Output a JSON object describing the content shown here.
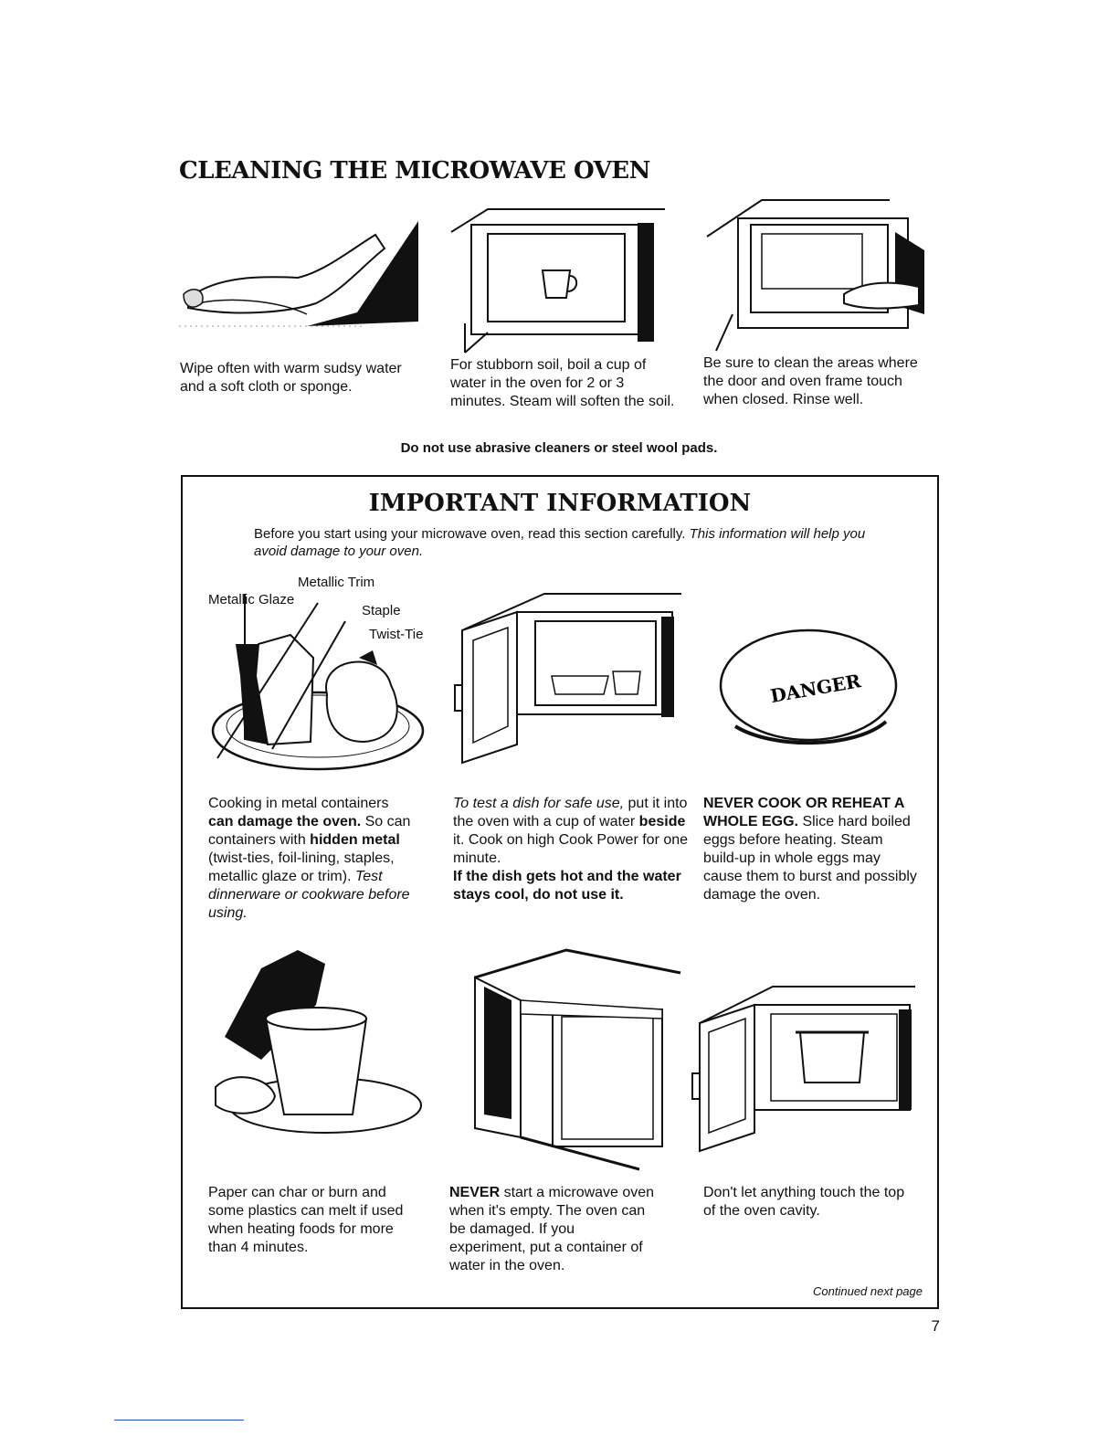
{
  "title": "CLEANING THE MICROWAVE OVEN",
  "cleaning": [
    {
      "text": "Wipe often with warm sudsy water and a soft cloth or sponge."
    },
    {
      "text": "For stubborn soil, boil a cup of water in the oven for 2 or 3 minutes. Steam will soften the soil."
    },
    {
      "text": "Be sure to clean the areas where the door and oven frame touch when closed. Rinse well."
    }
  ],
  "warning": "Do not use abrasive cleaners or steel wool pads.",
  "important": {
    "title": "IMPORTANT INFORMATION",
    "intro_normal": "Before you start using your microwave oven, read this section carefully.",
    "intro_italic": "This information will help you avoid damage to your oven."
  },
  "labels": {
    "metallic_trim": "Metallic Trim",
    "metallic_glaze": "Metallic Glaze",
    "staple": "Staple",
    "twist_tie": "Twist-Tie",
    "danger": "DANGER"
  },
  "metal": {
    "t1": "Cooking in metal containers",
    "b1": "can damage the oven.",
    "t2": " So can containers with ",
    "b2": "hidden metal",
    "t3": " (twist-ties, foil-lining, staples, metallic glaze or trim). ",
    "i1": "Test dinnerware or cookware before using."
  },
  "dish": {
    "i1": "To test a dish for safe use,",
    "t1": " put it into the oven with a cup of water ",
    "b1": "beside",
    "t2": " it. Cook on high Cook Power for one minute.",
    "b2": "If the dish gets hot and the water stays cool, do not use it."
  },
  "egg": {
    "b1": "NEVER COOK OR REHEAT A WHOLE EGG.",
    "t1": " Slice hard boiled eggs before heating. Steam build-up in whole eggs may cause them to burst and possibly damage the oven."
  },
  "paper": {
    "text": "Paper can char or burn and some plastics can melt if used when heating foods for more than 4 minutes."
  },
  "empty": {
    "b1": "NEVER",
    "t1": " start a microwave oven when it's empty. The oven can be damaged. If you experiment, put a container of water in the oven."
  },
  "touch": {
    "text": "Don't let anything touch the top of the oven cavity."
  },
  "continued": "Continued next page",
  "page_number": "7"
}
